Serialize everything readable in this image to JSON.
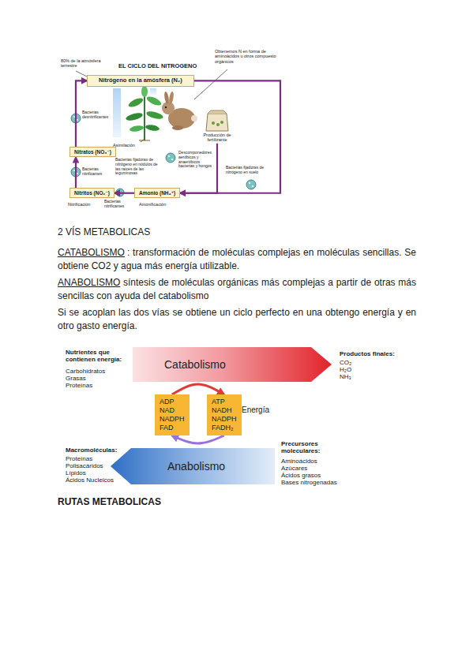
{
  "diagram": {
    "nodes": [
      {
        "text": [
          "Nitrógeno en la amósfera (N₂)"
        ]
      },
      {
        "text": [
          "Nitratos (NO₃⁻)"
        ]
      },
      {
        "text": [
          "Nitritos (NO₂⁻)"
        ]
      },
      {
        "text": [
          "Amonio (NH₄⁺)"
        ]
      },
      {
        "text": [
          "Producción de fertilizante"
        ]
      },
      {
        "text": [
          "Catabolismo"
        ]
      },
      {
        "text": [
          "Anabolismo"
        ]
      },
      {
        "text": [
          "ADP",
          "NAD",
          "NADPH",
          "FAD"
        ]
      },
      {
        "text": [
          "ATP",
          "NADH",
          "NADPH",
          "FADH₂"
        ]
      }
    ],
    "edges": [
      {
        "from": 1,
        "to": 0,
        "arrow": "to"
      },
      {
        "from": 2,
        "to": 1,
        "arrow": "to"
      },
      {
        "from": 3,
        "to": 2,
        "arrow": "to"
      },
      {
        "from": 0,
        "to": 3,
        "arrow": "to"
      },
      {
        "from": 4,
        "to": 3,
        "arrow": "to"
      },
      {
        "from": 7,
        "to": 8,
        "arrow": "to"
      },
      {
        "from": 8,
        "to": 7,
        "arrow": "to"
      }
    ],
    "labels": [
      "80% de la atmósfera terrestre",
      "EL CICLO DEL NITROGENO",
      "Obtenemos N en forma de aminoácidos u otros compuesto orgánicos",
      "Bacterias desnitrificantes",
      "Asimilación",
      "Bacterias nitrificantes",
      "Bacterias fijadoras de nitrógeno en nódulos de las raíces de las leguminosas",
      "Descomponedores aeróbicos y anaeróbicos bacterias y hongos",
      "Bacterias fijadoras de nitrógeno en suelo",
      "Nitrificación",
      "Bacterias nitrificantes",
      "Amonificación",
      "2 VÍS METABOLICAS",
      "CATABOLISMO",
      ": transformación de moléculas complejas en moléculas sencillas. Se obtiene CO2 y agua más energía utilizable.",
      "ANABOLISMO",
      "síntesis de moléculas orgánicas más complejas a partir de otras más sencillas con ayuda del catabolismo",
      "Si se acoplan las dos vías se obtiene un ciclo perfecto en una obtengo energía y en otro gasto energía.",
      "Nutrientes que contienen energía:",
      "Carbohidratos",
      "Grasas",
      "Proteínas",
      "Productos finales:",
      "CO₂",
      "H₂O",
      "NH₃",
      "Energía",
      "Macromoléculas:",
      "Proteínas",
      "Polisacáridos",
      "Lípidos",
      "Ácidos Nucleicos",
      "Precursores moleculares:",
      "Aminoácidos",
      "Azúcares",
      "Ácidos grasos",
      "Bases nitrogenadas",
      "RUTAS METABOLICAS"
    ]
  }
}
